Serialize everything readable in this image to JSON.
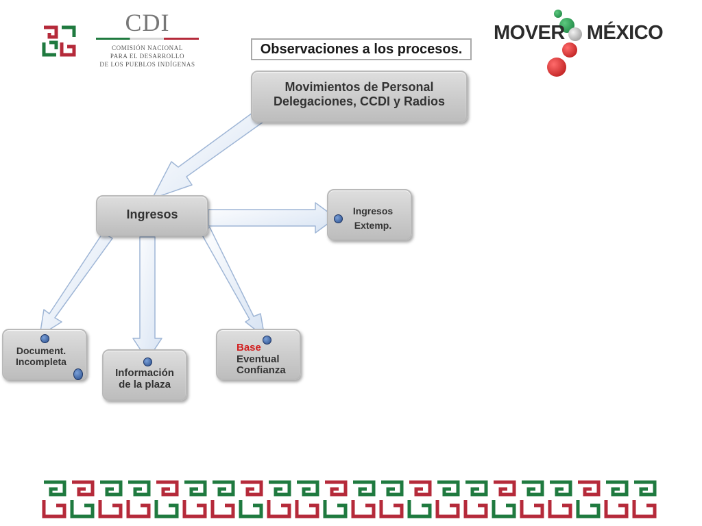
{
  "header": {
    "cdi": {
      "abbr": "CDI",
      "line1": "COMISIÓN NACIONAL",
      "line2": "PARA EL DESARROLLO",
      "line3": "DE LOS PUEBLOS INDÍGENAS"
    },
    "mover": {
      "word1": "MOVER",
      "word2": "MÉXICO"
    }
  },
  "title": "Observaciones a los procesos.",
  "diagram": {
    "movimientos": {
      "line1": "Movimientos de Personal",
      "line2": "Delegaciones, CCDI y Radios"
    },
    "ingresos": "Ingresos",
    "extemp": {
      "line1": "Ingresos",
      "line2": "Extemp."
    },
    "document": {
      "line1": "Document.",
      "line2": "Incompleta"
    },
    "info": {
      "line1": "Información",
      "line2": "de la plaza"
    },
    "base": {
      "line1": "Base",
      "line2": "Eventual",
      "line3": "Confianza"
    }
  },
  "colors": {
    "green": "#1f7a3f",
    "red": "#b52a3a",
    "base_red": "#d21f1f",
    "box_gray": "#cbcbcb"
  }
}
